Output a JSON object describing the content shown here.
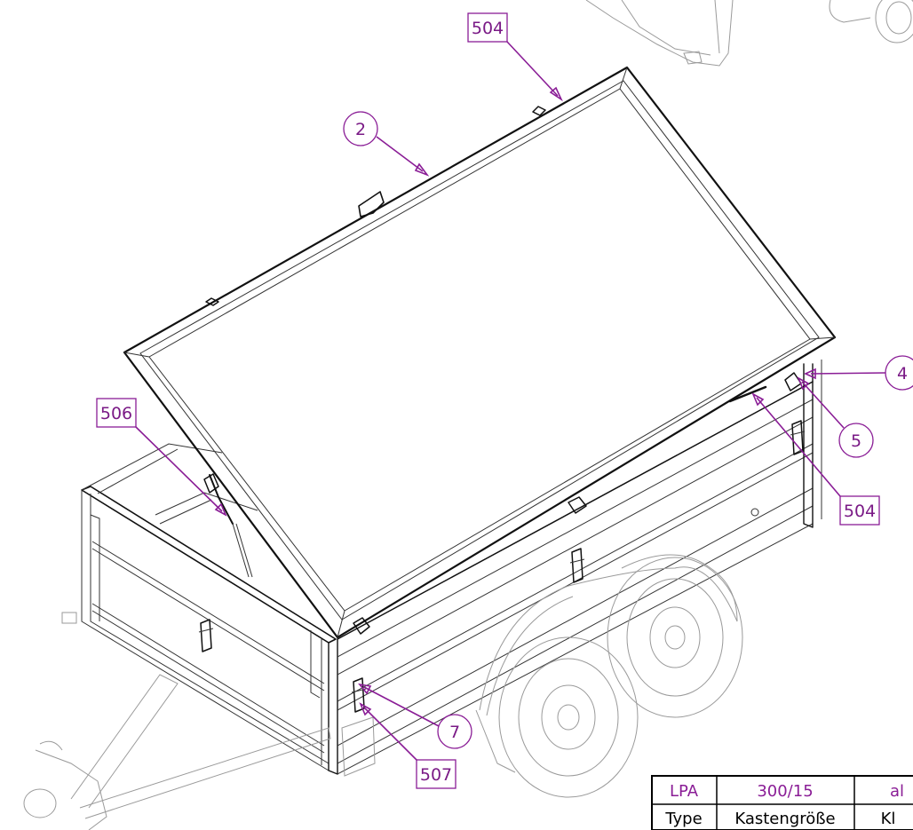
{
  "callouts": {
    "c504_top": "504",
    "c2": "2",
    "c4": "4",
    "c5": "5",
    "c504_right": "504",
    "c506": "506",
    "c7": "7",
    "c507": "507"
  },
  "title_block": {
    "row1": [
      "LPA",
      "300/15",
      "al"
    ],
    "row2": [
      "Type",
      "Kastengröße",
      "Kl"
    ]
  },
  "colors": {
    "callout": "#8a1d96",
    "drawing_line": "#111111",
    "background": "#ffffff"
  }
}
